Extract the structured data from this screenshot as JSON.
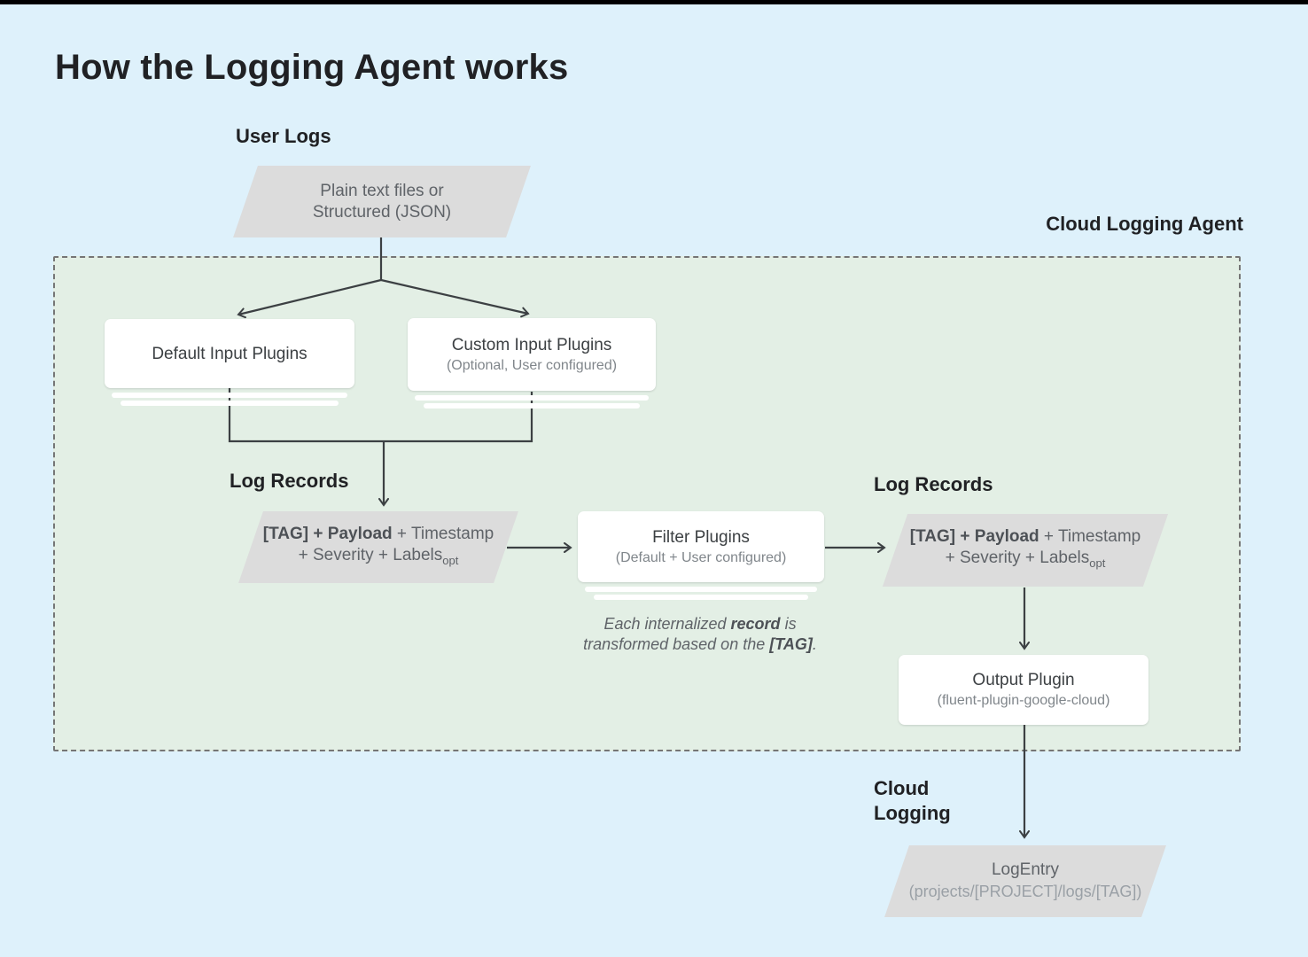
{
  "title": "How the Logging Agent works",
  "colors": {
    "background": "#def1fb",
    "top_bar": "#000000",
    "agent_bg": "#e3efe5",
    "agent_border": "#757575",
    "shape_fill": "#dcdcdc",
    "node_fill": "#ffffff",
    "arrow": "#3c4043",
    "title_text": "#202124",
    "node_title_text": "#3c4043",
    "node_subtitle_text": "#80868b",
    "shape_text": "#5f6368",
    "shape_text_secondary": "#9aa0a6"
  },
  "labels": {
    "user_logs": "User Logs",
    "cloud_logging_agent": "Cloud Logging Agent",
    "log_records_left": "Log Records",
    "log_records_right": "Log Records",
    "cloud_logging_line1": "Cloud",
    "cloud_logging_line2": "Logging"
  },
  "nodes": {
    "user_input_shape": {
      "line1": "Plain text files or",
      "line2": "Structured (JSON)"
    },
    "default_input_plugins": {
      "title": "Default Input Plugins"
    },
    "custom_input_plugins": {
      "title": "Custom Input Plugins",
      "subtitle": "(Optional, User configured)"
    },
    "log_record_left": {
      "bold": "[TAG] + Payload",
      "rest": " + Timestamp",
      "line2": "+ Severity + Labels",
      "sub": "opt"
    },
    "filter_plugins": {
      "title": "Filter Plugins",
      "subtitle": "(Default + User configured)"
    },
    "log_record_right": {
      "bold": "[TAG] + Payload",
      "rest": " + Timestamp",
      "line2": "+ Severity + Labels",
      "sub": "opt"
    },
    "output_plugin": {
      "title": "Output Plugin",
      "subtitle": "(fluent-plugin-google-cloud)"
    },
    "log_entry": {
      "title": "LogEntry",
      "subtitle": "(projects/[PROJECT]/logs/[TAG])"
    }
  },
  "filter_caption": {
    "line1_pre": "Each internalized ",
    "line1_bold": "record",
    "line1_post": " is",
    "line2_pre": "transformed based on the ",
    "line2_bold": "[TAG]",
    "line2_post": "."
  }
}
